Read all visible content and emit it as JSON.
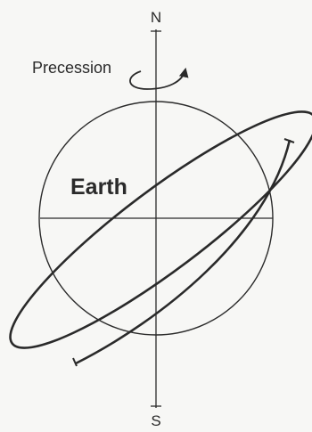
{
  "labels": {
    "north": "N",
    "south": "S",
    "precession": "Precession",
    "earth": "Earth"
  },
  "colors": {
    "ink": "#2a2a2a",
    "background": "#f7f7f5"
  }
}
